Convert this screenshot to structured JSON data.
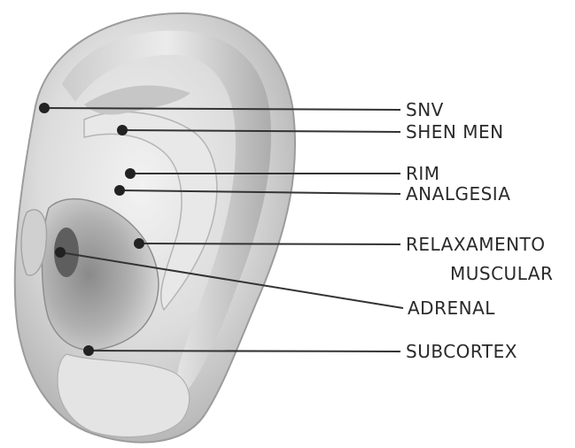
{
  "diagram": {
    "points": [
      {
        "id": "snv",
        "label": "SNV"
      },
      {
        "id": "shen-men",
        "label": "SHEN MEN"
      },
      {
        "id": "rim",
        "label": "RIM"
      },
      {
        "id": "analgesia",
        "label": "ANALGESIA"
      },
      {
        "id": "relaxamento",
        "label": "RELAXAMENTO",
        "label2": "MUSCULAR"
      },
      {
        "id": "adrenal",
        "label": "ADRENAL"
      },
      {
        "id": "subcortex",
        "label": "SUBCORTEX"
      }
    ],
    "colors": {
      "line": "#333333",
      "dot": "#222222",
      "text": "#2a2a2a",
      "ear_base": "#d9d9d9",
      "ear_shadow": "#9a9a9a"
    }
  }
}
